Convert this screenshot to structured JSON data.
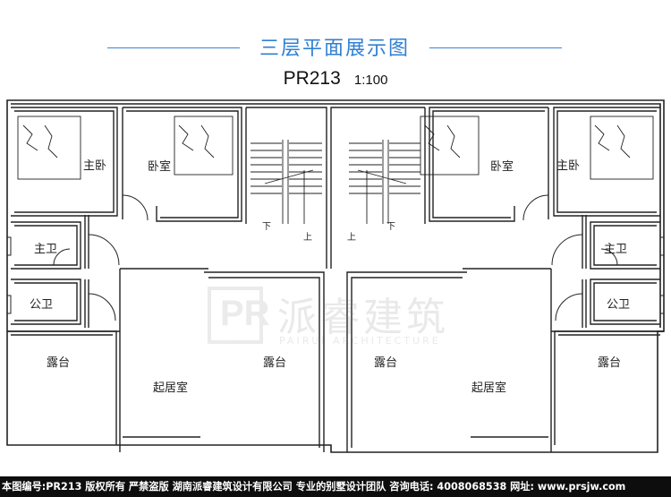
{
  "header": {
    "title": "三层平面展示图",
    "plan_code": "PR213",
    "scale": "1:100"
  },
  "rooms": {
    "master_bedroom": "主卧",
    "bedroom": "卧室",
    "master_bath": "主卫",
    "public_bath": "公卫",
    "terrace": "露台",
    "living_room": "起居室"
  },
  "stairs": {
    "down": "下",
    "up": "上"
  },
  "watermark": {
    "name": "派睿建筑",
    "english": "PAIRUI ARCHITECTURE",
    "logo": "PR"
  },
  "footer": {
    "text": "本图编号:PR213 版权所有 严禁盗版 湖南派睿建筑设计有限公司 专业的别墅设计团队 咨询电话: 4008068538 网址: www.prsjw.com"
  },
  "colors": {
    "title_blue": "#2f7fd3",
    "line": "#222222",
    "footer_bg": "#0d0d0d"
  }
}
